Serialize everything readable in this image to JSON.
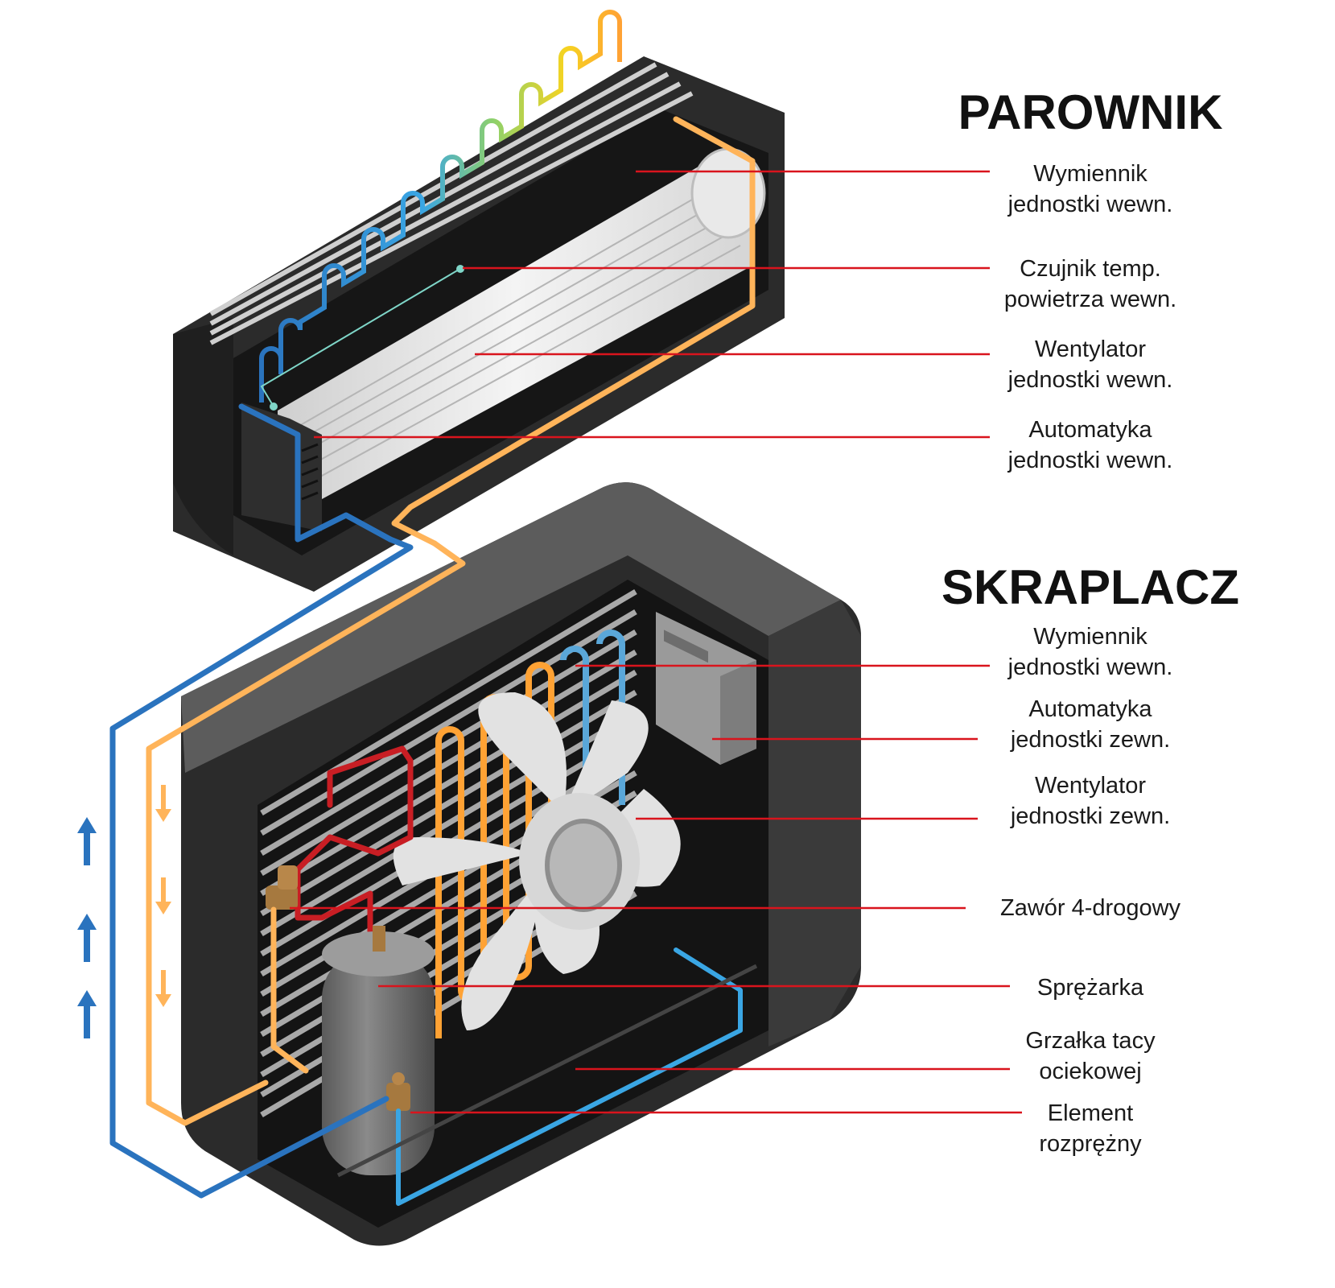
{
  "headings": {
    "evaporator": "PAROWNIK",
    "condenser": "SKRAPLACZ"
  },
  "evaporator_labels": [
    {
      "line1": "Wymiennik",
      "line2": "jednostki wewn."
    },
    {
      "line1": "Czujnik temp.",
      "line2": "powietrza wewn."
    },
    {
      "line1": "Wentylator",
      "line2": "jednostki wewn."
    },
    {
      "line1": "Automatyka",
      "line2": "jednostki wewn."
    }
  ],
  "condenser_labels": [
    {
      "line1": "Wymiennik",
      "line2": "jednostki wewn."
    },
    {
      "line1": "Automatyka",
      "line2": "jednostki zewn."
    },
    {
      "line1": "Wentylator",
      "line2": "jednostki zewn."
    },
    {
      "line1": "Zawór 4-drogowy",
      "line2": ""
    },
    {
      "line1": "Sprężarka",
      "line2": ""
    },
    {
      "line1": "Grzałka tacy",
      "line2": "ociekowej"
    },
    {
      "line1": "Element",
      "line2": "rozprężny"
    }
  ],
  "colors": {
    "casing": "#2b2b2b",
    "casing_top": "#5c5c5c",
    "pipe_cold": "#2a73be",
    "pipe_warm": "#ffb45a",
    "pipe_hot": "#c81e24",
    "pipe_liquid": "#3aa6e4",
    "leader_line": "#d9141d"
  }
}
